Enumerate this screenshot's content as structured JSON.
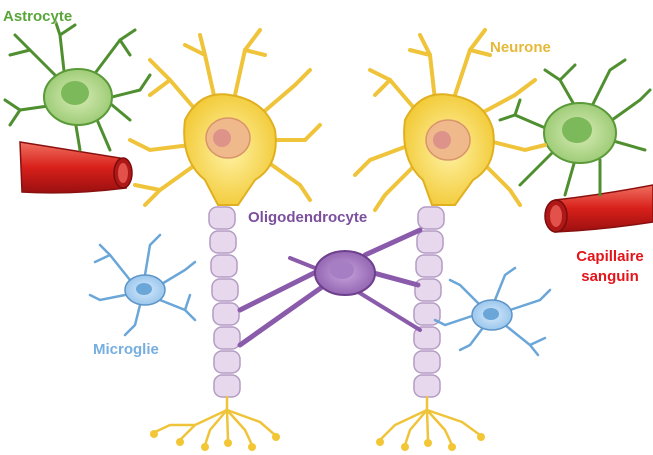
{
  "labels": {
    "astrocyte": "Astrocyte",
    "neurone": "Neurone",
    "oligodendrocyte": "Oligodendrocyte",
    "microglie": "Microglie",
    "capillaire_line1": "Capillaire",
    "capillaire_line2": "sanguin"
  },
  "colors": {
    "astrocyte": "#5aa53a",
    "neurone": "#e6b93a",
    "oligodendrocyte": "#7c4f9e",
    "microglie": "#76aee0",
    "capillaire": "#e3151b"
  }
}
